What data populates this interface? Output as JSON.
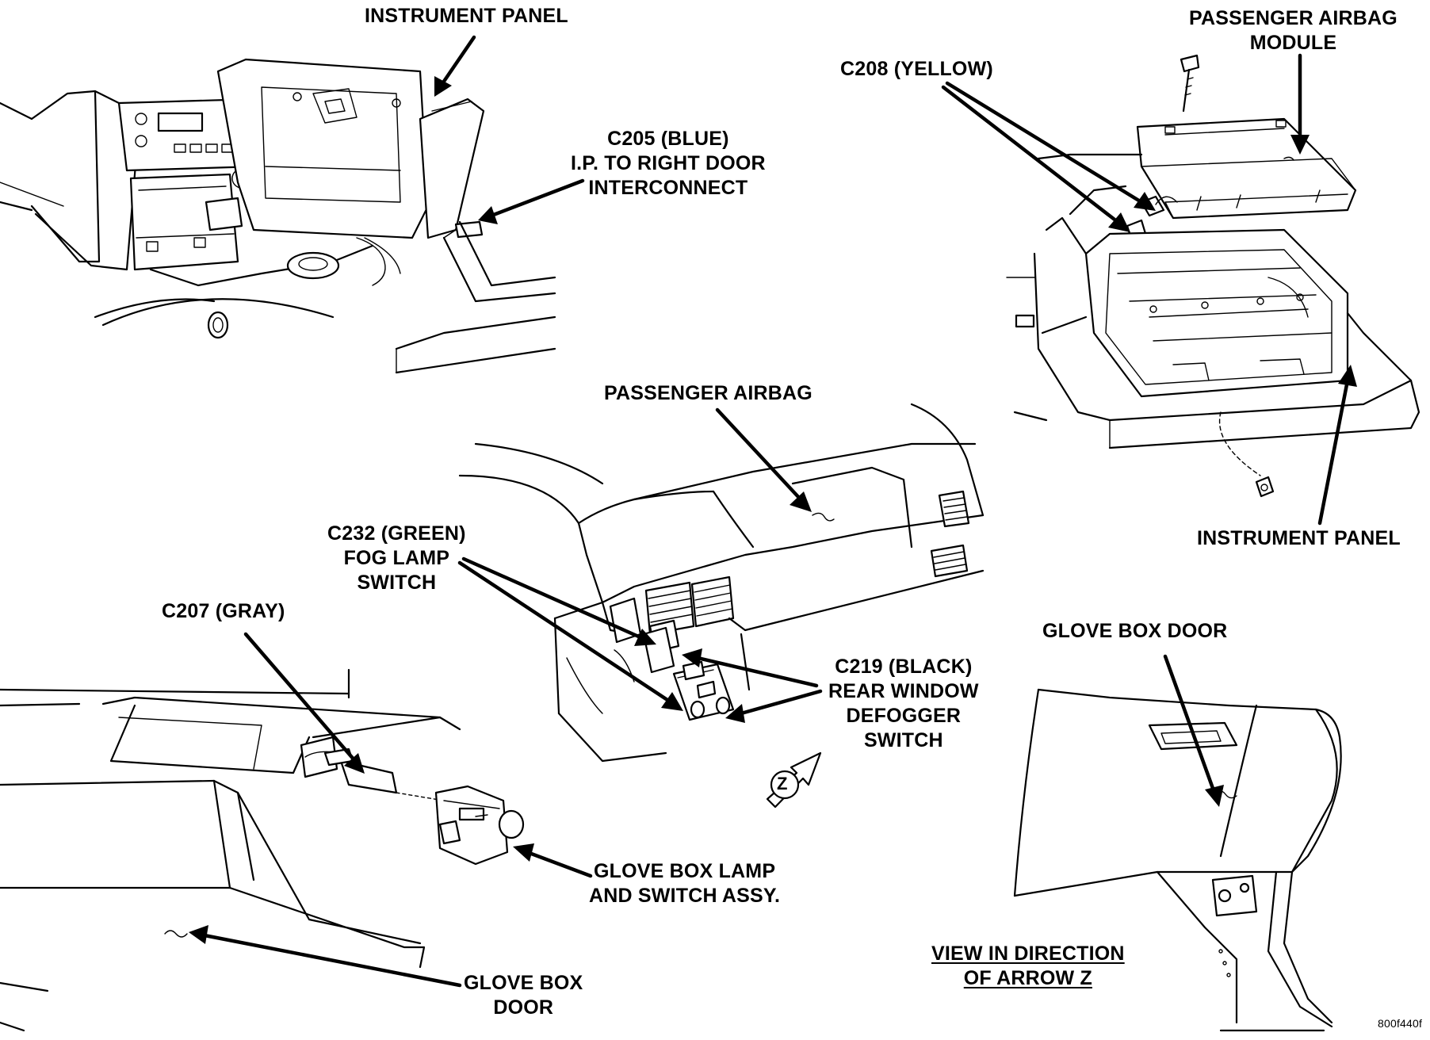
{
  "labels": {
    "instrument_panel_top": "INSTRUMENT PANEL",
    "c205_line1": "C205 (BLUE)",
    "c205_line2": "I.P. TO RIGHT DOOR",
    "c205_line3": "INTERCONNECT",
    "airbag_module_line1": "PASSENGER AIRBAG",
    "airbag_module_line2": "MODULE",
    "c208": "C208 (YELLOW)",
    "instrument_panel_right": "INSTRUMENT PANEL",
    "passenger_airbag": "PASSENGER AIRBAG",
    "c232_line1": "C232 (GREEN)",
    "c232_line2": "FOG LAMP",
    "c232_line3": "SWITCH",
    "c219_line1": "C219 (BLACK)",
    "c219_line2": "REAR WINDOW",
    "c219_line3": "DEFOGGER",
    "c219_line4": "SWITCH",
    "c207": "C207 (GRAY)",
    "glove_box_lamp_line1": "GLOVE BOX LAMP",
    "glove_box_lamp_line2": "AND SWITCH ASSY.",
    "glove_box_door_bottom_line1": "GLOVE BOX",
    "glove_box_door_bottom_line2": "DOOR",
    "glove_box_door_right": "GLOVE BOX DOOR",
    "view_line1": "VIEW IN DIRECTION",
    "view_line2": "OF ARROW Z",
    "arrow_z_letter": "Z",
    "figure_ref": "800f440f"
  }
}
